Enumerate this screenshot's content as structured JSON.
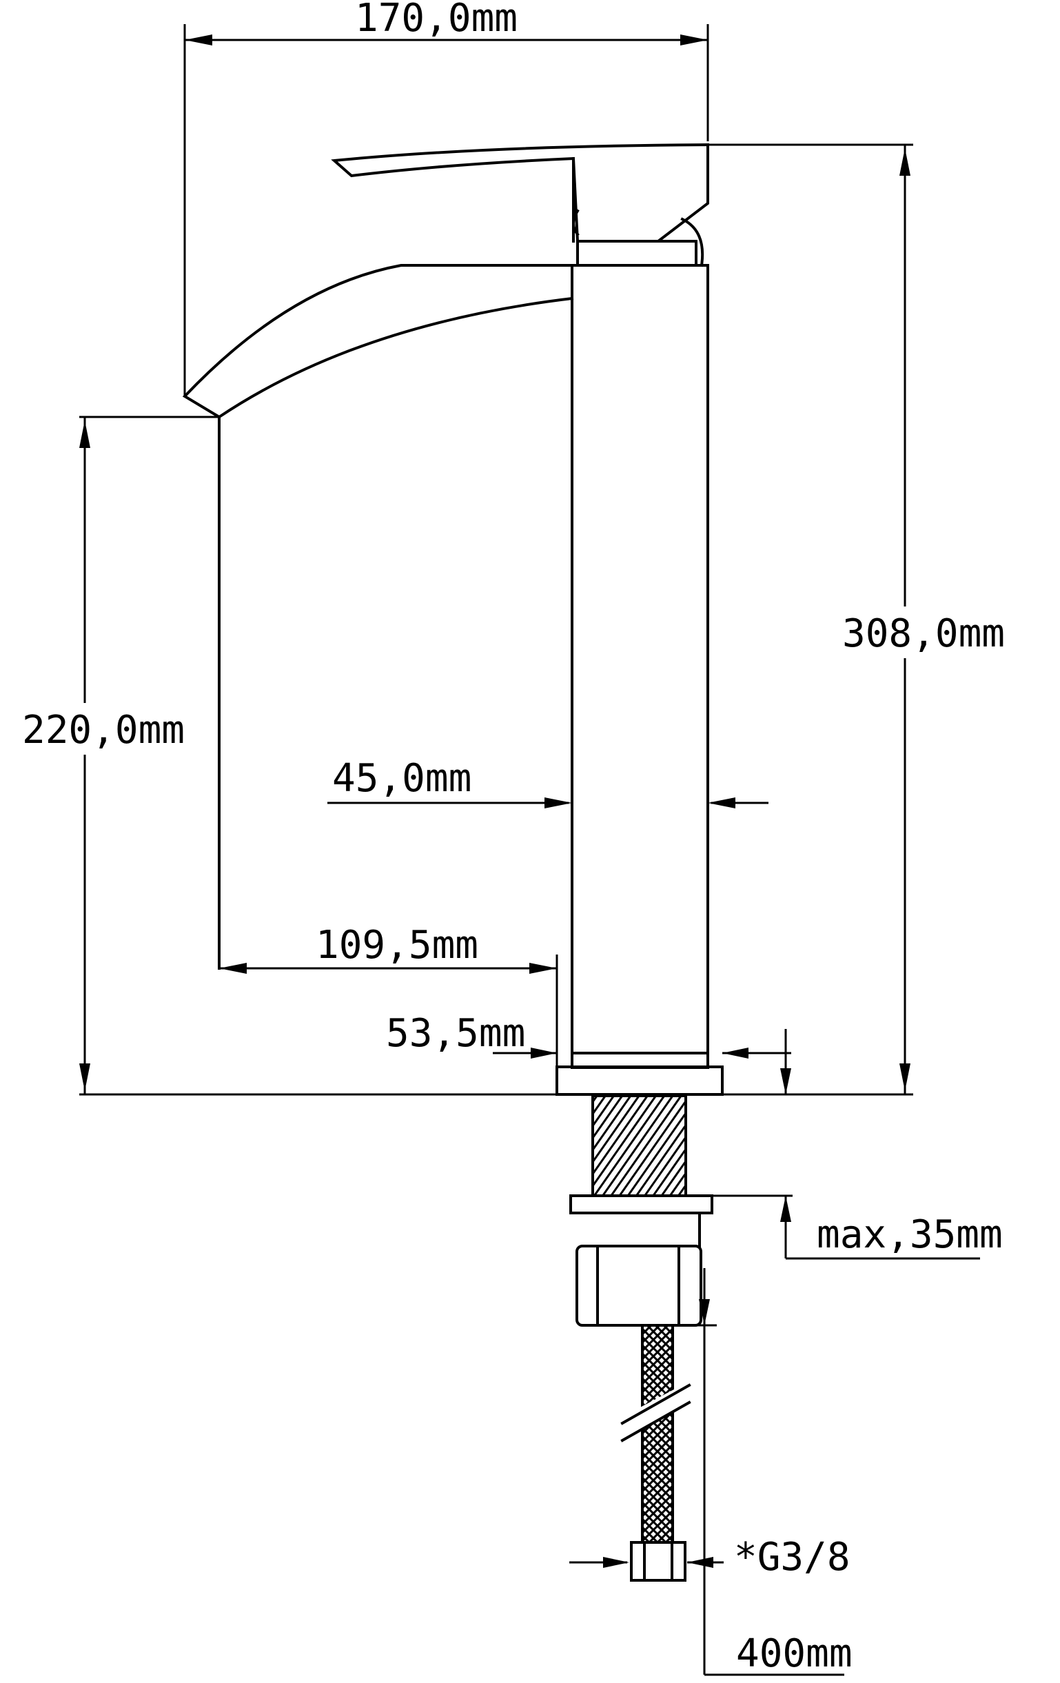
{
  "dimensions": {
    "overall_width": "170,0mm",
    "overall_height": "308,0mm",
    "spout_height": "220,0mm",
    "body_width": "45,0mm",
    "spout_reach": "109,5mm",
    "base_offset": "53,5mm",
    "max_deck_thickness": "max,35mm",
    "connector_thread": "*G3/8",
    "hose_length": "400mm"
  }
}
